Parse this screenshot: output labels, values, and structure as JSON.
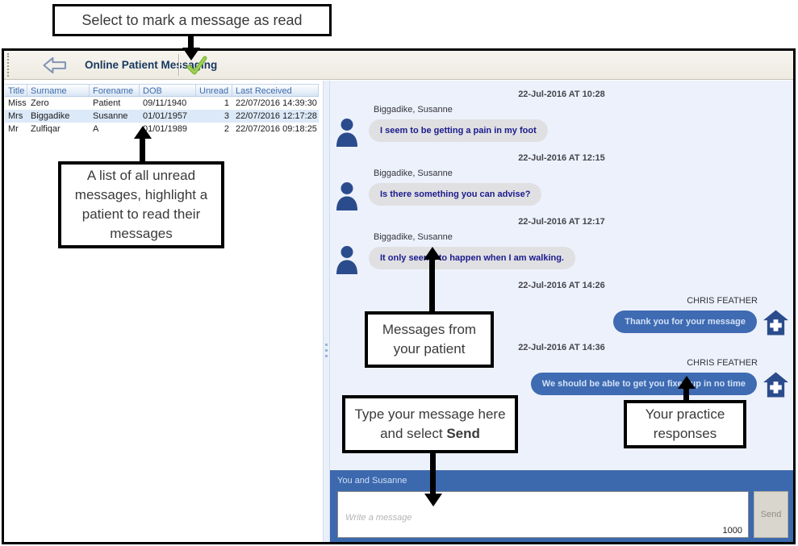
{
  "annotations": {
    "mark_read": "Select to mark a message as read",
    "unread_list": "A list of all unread messages, highlight a patient to read their messages",
    "patient_messages": "Messages from your patient",
    "type_message_prefix": "Type your message here and select ",
    "type_message_bold": "Send",
    "practice_responses": "Your practice responses"
  },
  "toolbar": {
    "title": "Online Patient Messaging"
  },
  "patient_table": {
    "columns": [
      "Title",
      "Surname",
      "Forename",
      "DOB",
      "Unread",
      "Last Received"
    ],
    "rows": [
      {
        "title": "Miss",
        "surname": "Zero",
        "forename": "Patient",
        "dob": "09/11/1940",
        "unread": "1",
        "last_received": "22/07/2016 14:39:30",
        "selected": false
      },
      {
        "title": "Mrs",
        "surname": "Biggadike",
        "forename": "Susanne",
        "dob": "01/01/1957",
        "unread": "3",
        "last_received": "22/07/2016 12:17:28",
        "selected": true
      },
      {
        "title": "Mr",
        "surname": "Zulfiqar",
        "forename": "A",
        "dob": "01/01/1989",
        "unread": "2",
        "last_received": "22/07/2016 09:18:25",
        "selected": false
      }
    ]
  },
  "chat": {
    "messages": [
      {
        "timestamp": "22-Jul-2016 AT 10:28",
        "sender": "Biggadike, Susanne",
        "text": "I seem to be getting a pain in my foot",
        "from": "patient"
      },
      {
        "timestamp": "22-Jul-2016 AT 12:15",
        "sender": "Biggadike, Susanne",
        "text": "Is there something you can advise?",
        "from": "patient"
      },
      {
        "timestamp": "22-Jul-2016 AT 12:17",
        "sender": "Biggadike, Susanne",
        "text": "It only seems to happen when I am walking.",
        "from": "patient"
      },
      {
        "timestamp": "22-Jul-2016 AT 14:26",
        "sender": "CHRIS FEATHER",
        "text": "Thank you for your message",
        "from": "practice"
      },
      {
        "timestamp": "22-Jul-2016 AT 14:36",
        "sender": "CHRIS FEATHER",
        "text": "We should be able to get you fixed up in no time",
        "from": "practice"
      }
    ]
  },
  "composer": {
    "header": "You and Susanne",
    "placeholder": "Write a message",
    "char_count": "1000",
    "send_label": "Send"
  },
  "colors": {
    "accent_blue": "#3e6bb2",
    "composer_blue": "#3c68ad",
    "title_navy": "#17375e",
    "patient_bubble": "#e0e0e2",
    "patient_bubble_text": "#1b1b8e",
    "selected_row": "#dce9f8",
    "check_green": "#7db832",
    "chat_background": "#edf1fb"
  }
}
